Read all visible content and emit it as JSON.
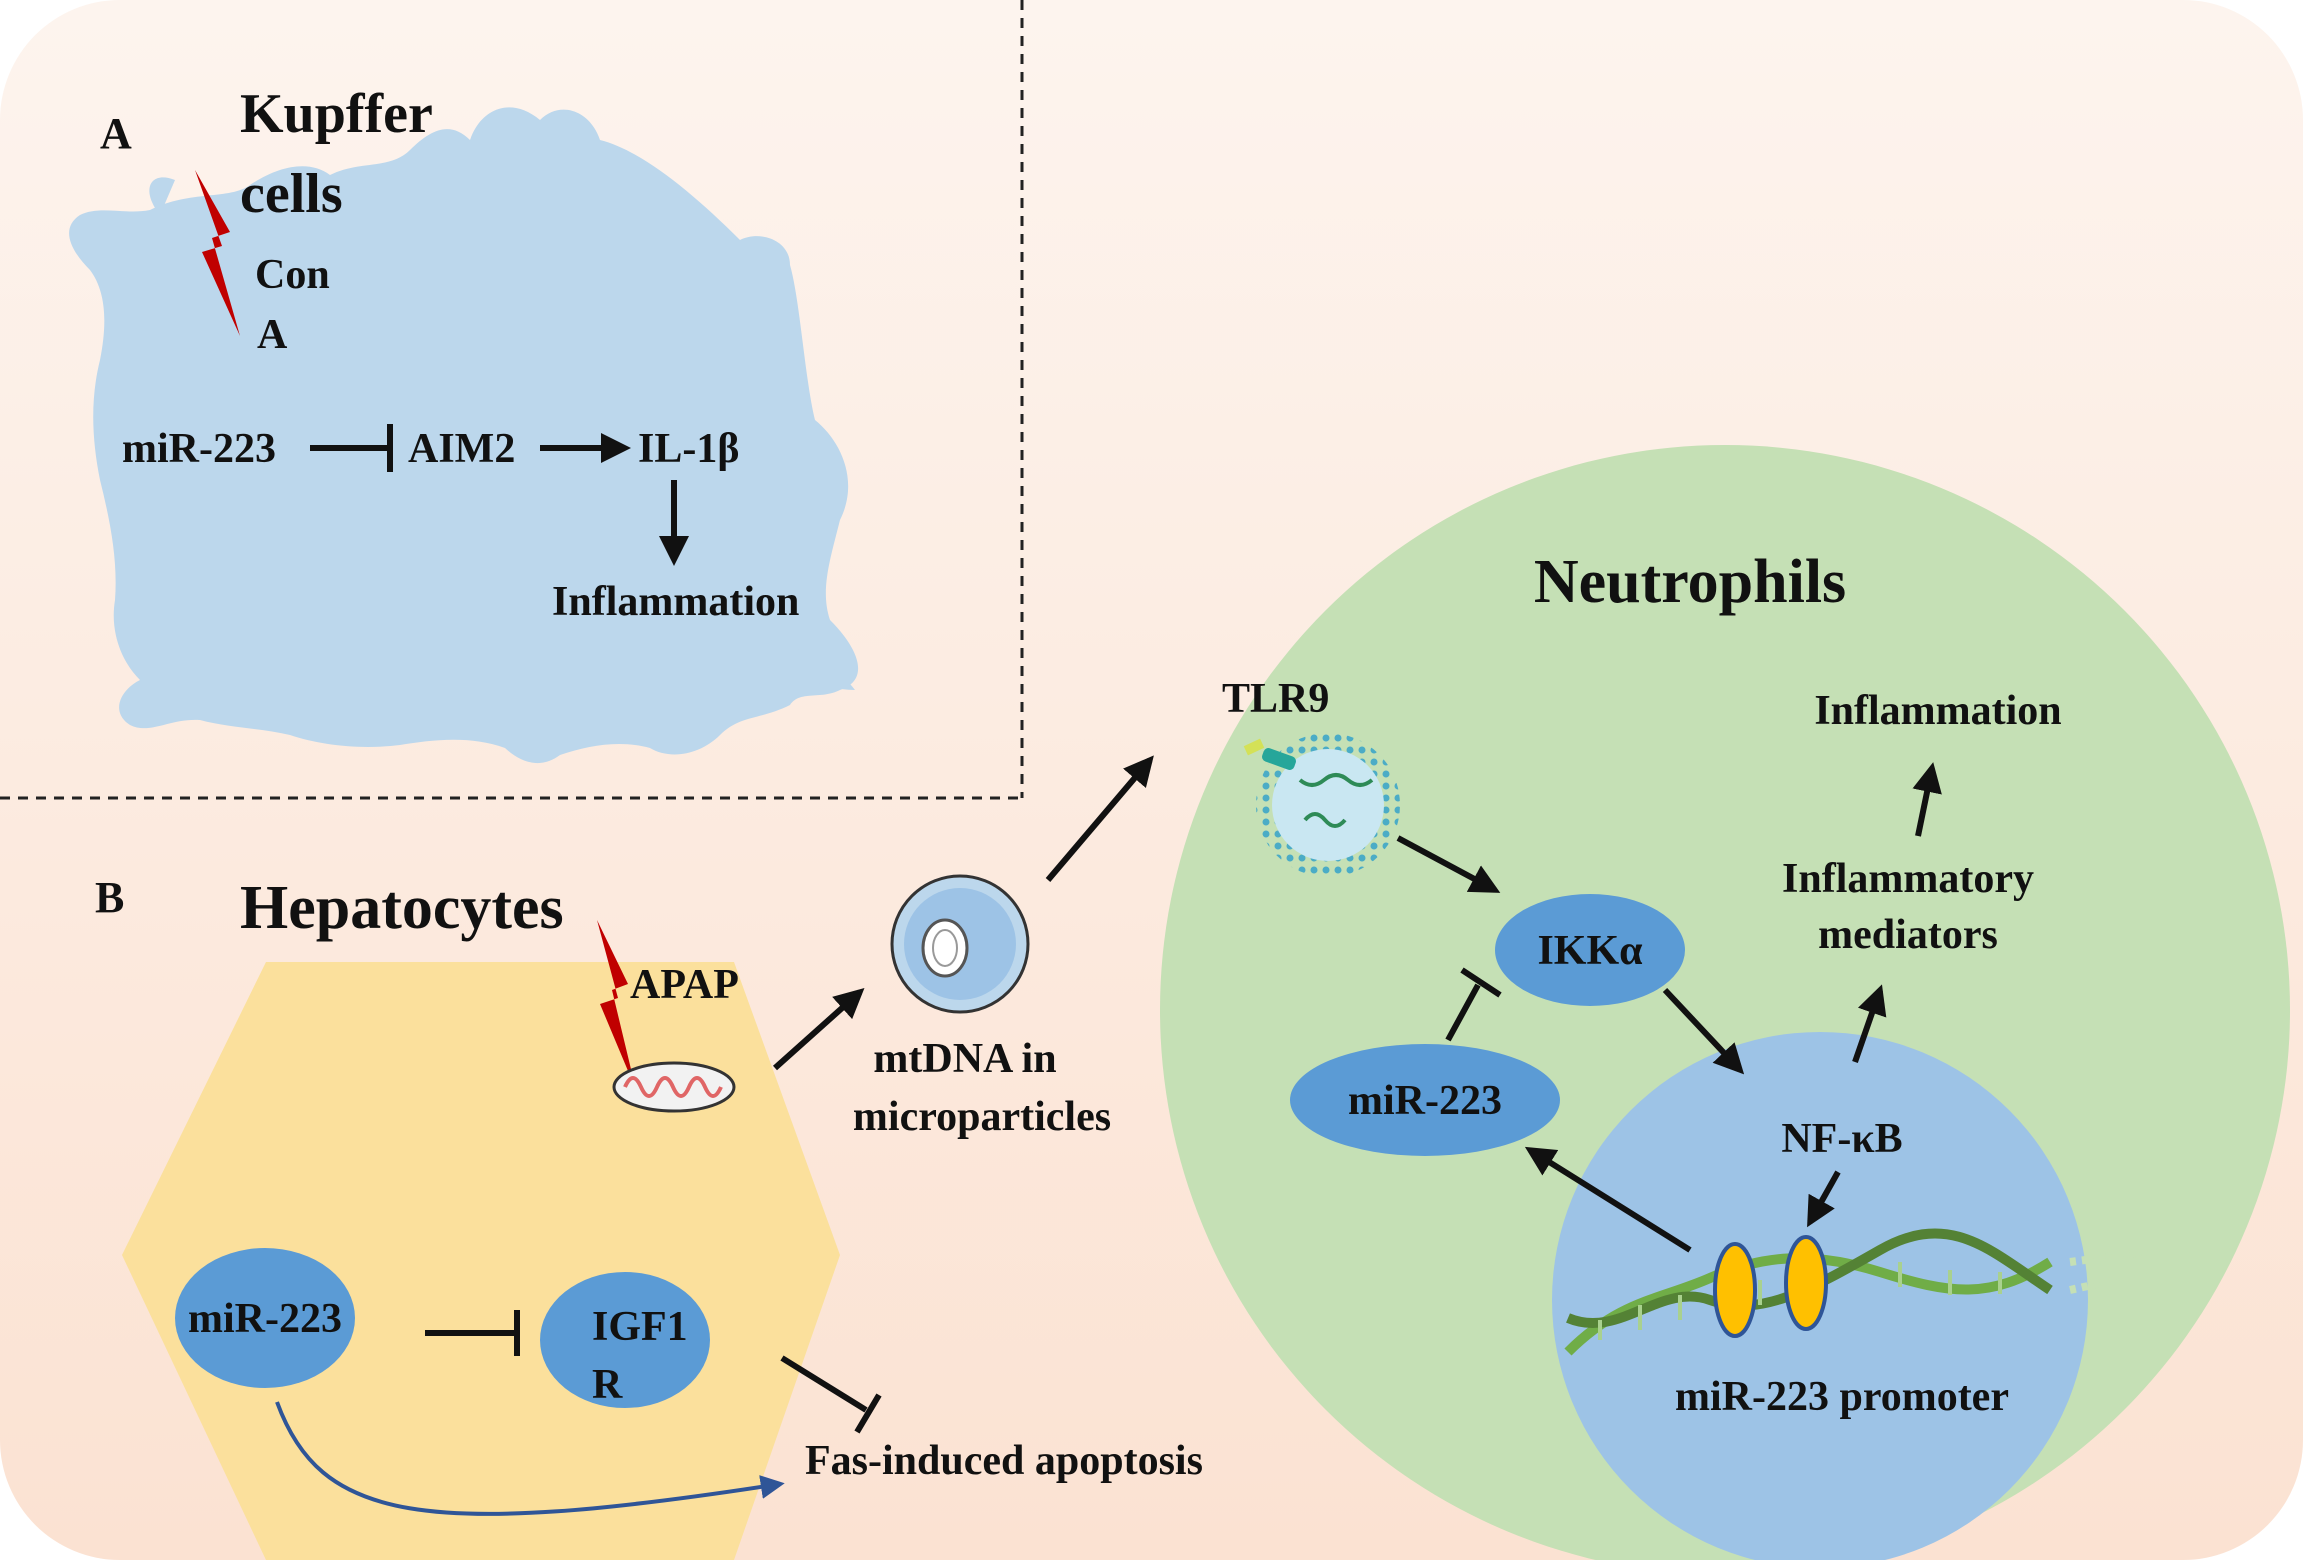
{
  "colors": {
    "background_top": "#fdf3ec",
    "background_bottom": "#fbe3d4",
    "kupffer_cell": "#bcd7ec",
    "hepatocyte": "#fbe09c",
    "neutrophil": "#c5e0b5",
    "nucleus": "#9dc3e6",
    "node_blue": "#5b9bd5",
    "lightning": "#c00000",
    "dna_green": "#70ad47",
    "promoter_yellow": "#ffc000",
    "arrow_blue": "#2f5597"
  },
  "panel_a": {
    "label": "A",
    "cell_title_line1": "Kupffer",
    "cell_title_line2": "cells",
    "stimulus_line1": "Con",
    "stimulus_line2": "A",
    "pathway": {
      "mir": "miR-223",
      "aim2": "AIM2",
      "il1b": "IL-1β",
      "outcome": "Inflammation"
    },
    "icons": [
      "lightning-icon",
      "inhibition-arrow",
      "activation-arrow"
    ]
  },
  "panel_b": {
    "label": "B",
    "cell_title": "Hepatocytes",
    "stimulus": "APAP",
    "mir_node": "miR-223",
    "igf1r_line1": "IGF1",
    "igf1r_line2": "R",
    "outcome": "Fas-induced apoptosis",
    "microparticle_line1": "mtDNA in",
    "microparticle_line2": "microparticles",
    "icons": [
      "lightning-icon",
      "mitochondrion-icon",
      "microparticle-icon",
      "curved-arrow"
    ]
  },
  "neutrophils": {
    "title": "Neutrophils",
    "receptor": "TLR9",
    "ikk": "IKKα",
    "mir_node": "miR-223",
    "nfkb": "NF-κB",
    "promoter": "miR-223 promoter",
    "mediators_line1": "Inflammatory",
    "mediators_line2": "mediators",
    "outcome": "Inflammation",
    "icons": [
      "endosome-icon",
      "dna-helix-icon",
      "promoter-binding-icon"
    ]
  }
}
